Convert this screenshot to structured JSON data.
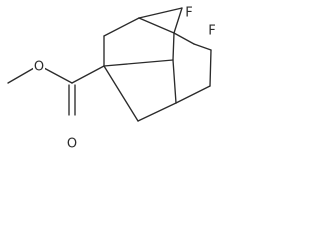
{
  "molecule": {
    "atoms": {
      "ester_oxygen": "O",
      "carbonyl_oxygen": "O",
      "fluorine_1": "F",
      "fluorine_2": "F"
    }
  }
}
